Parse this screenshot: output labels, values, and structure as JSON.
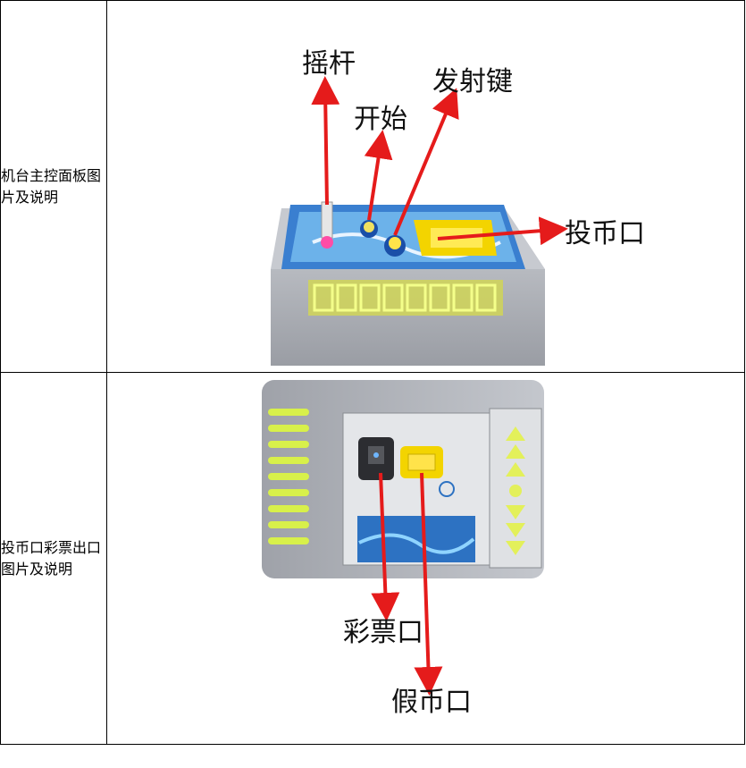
{
  "rows": [
    {
      "label": "机台主控面板图片及说明",
      "callouts": {
        "joystick": "摇杆",
        "start": "开始",
        "fire": "发射键",
        "coin_slot": "投币口"
      }
    },
    {
      "label": "投币口彩票出口图片及说明",
      "callouts": {
        "ticket_outlet": "彩票口",
        "fake_coin": "假币口"
      }
    }
  ],
  "colors": {
    "arrow": "#e51b1b",
    "cabinet": "#a9acb3",
    "panel_blue": "#3a7fd0",
    "coin_yellow": "#f3d400",
    "led_green": "#d8f04a"
  },
  "icons": [
    "joystick-icon",
    "start-button-icon",
    "fire-button-icon",
    "coin-slot-icon",
    "ticket-outlet-icon",
    "fake-coin-slot-icon",
    "arrow-icon"
  ]
}
